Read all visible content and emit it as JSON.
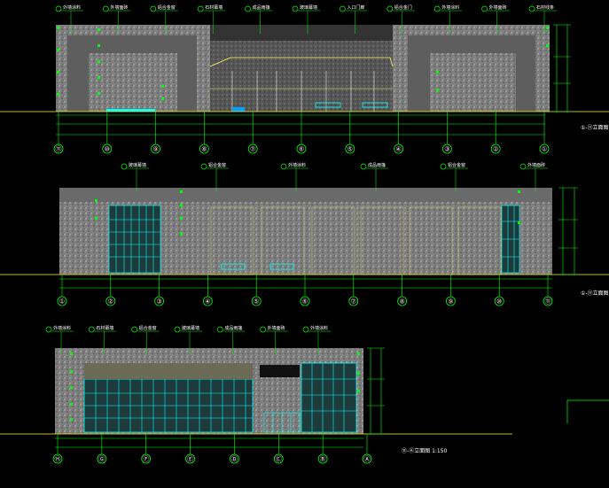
{
  "drawing": {
    "colors": {
      "background": "#000000",
      "dim_line": "#00ff00",
      "window_frame": "#00ffff",
      "wall_hatch": "#8c8c8c",
      "solid_panel": "#5a5a5a",
      "axis_bubble": "#00ff00",
      "ground_line": "#ffff00",
      "canopy": "#ffff66"
    },
    "elevations": [
      {
        "id": "elev-1",
        "caption": "①-⑪立面图",
        "axes": [
          "⑪",
          "⑩",
          "⑨",
          "⑧",
          "⑦",
          "⑥",
          "⑤",
          "④",
          "③",
          "②",
          "①"
        ],
        "notes": [
          "外墙涂料",
          "外墙面砖",
          "铝合金窗",
          "石材幕墙",
          "成品雨篷",
          "玻璃幕墙",
          "入口门廊",
          "铝合金门",
          "外墙涂料",
          "外墙面砖",
          "石材线条"
        ]
      },
      {
        "id": "elev-2",
        "caption": "①-⑪立面图",
        "axes": [
          "①",
          "②",
          "③",
          "④",
          "⑤",
          "⑥",
          "⑦",
          "⑧",
          "⑨",
          "⑩",
          "⑪"
        ],
        "notes": [
          "玻璃幕墙",
          "铝合金窗",
          "外墙涂料",
          "成品雨篷",
          "铝合金窗",
          "外墙面砖"
        ]
      },
      {
        "id": "elev-3",
        "caption": "⑪-Ⓐ立面图 1:150",
        "axes": [
          "Ⓗ",
          "Ⓖ",
          "Ⓕ",
          "Ⓔ",
          "Ⓓ",
          "Ⓒ",
          "Ⓑ",
          "Ⓐ"
        ],
        "notes": [
          "外墙涂料",
          "石材幕墙",
          "铝合金窗",
          "玻璃幕墙",
          "成品雨篷",
          "外墙面砖",
          "外墙涂料"
        ]
      }
    ]
  }
}
